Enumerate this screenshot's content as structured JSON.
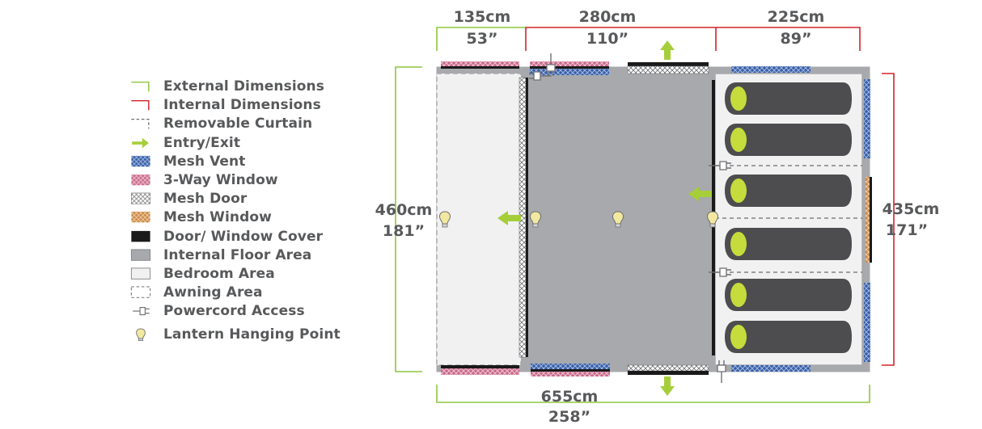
{
  "legend": {
    "items": [
      {
        "key": "external",
        "label": "External Dimensions",
        "icon": "external-dimension-icon"
      },
      {
        "key": "internal",
        "label": "Internal Dimensions",
        "icon": "internal-dimension-icon"
      },
      {
        "key": "curtain",
        "label": "Removable Curtain",
        "icon": "removable-curtain-icon"
      },
      {
        "key": "entry",
        "label": "Entry/Exit",
        "icon": "entry-exit-arrow-icon"
      },
      {
        "key": "meshvent",
        "label": "Mesh Vent",
        "icon": "mesh-vent-swatch"
      },
      {
        "key": "window3",
        "label": "3-Way Window",
        "icon": "three-way-window-swatch"
      },
      {
        "key": "meshdoor",
        "label": "Mesh Door",
        "icon": "mesh-door-swatch"
      },
      {
        "key": "meshwindow",
        "label": "Mesh Window",
        "icon": "mesh-window-swatch"
      },
      {
        "key": "cover",
        "label": "Door/ Window Cover",
        "icon": "door-window-cover-swatch"
      },
      {
        "key": "floor",
        "label": "Internal Floor Area",
        "icon": "internal-floor-swatch"
      },
      {
        "key": "bedroom",
        "label": "Bedroom Area",
        "icon": "bedroom-area-swatch"
      },
      {
        "key": "awning",
        "label": "Awning Area",
        "icon": "awning-area-swatch"
      },
      {
        "key": "power",
        "label": "Powercord Access",
        "icon": "powercord-plug-icon"
      },
      {
        "key": "lantern",
        "label": "Lantern Hanging Point",
        "icon": "lantern-bulb-icon"
      }
    ]
  },
  "dimensions": {
    "awning_cm": "135cm",
    "awning_in": "53”",
    "living_cm": "280cm",
    "living_in": "110”",
    "bedroom_cm": "225cm",
    "bedroom_in": "89”",
    "total_length_cm": "655cm",
    "total_length_in": "258”",
    "external_width_cm": "460cm",
    "external_width_in": "181”",
    "internal_width_cm": "435cm",
    "internal_width_in": "171”"
  },
  "colors": {
    "external": "#8dc63f",
    "internal": "#d2232a",
    "entry": "#a6ce39",
    "mesh_vent": "#3b5fa6",
    "three_way_window": "#c76b8a",
    "mesh_window": "#c98a4b",
    "cover": "#1a1a1a",
    "floor": "#a7a9ac",
    "bedroom": "#f1f1f2",
    "sleeping_bag": "#4d4d4f",
    "sleeping_bag_head": "#c6dc3c",
    "lantern": "#f3e8a0",
    "text": "#58595b"
  }
}
